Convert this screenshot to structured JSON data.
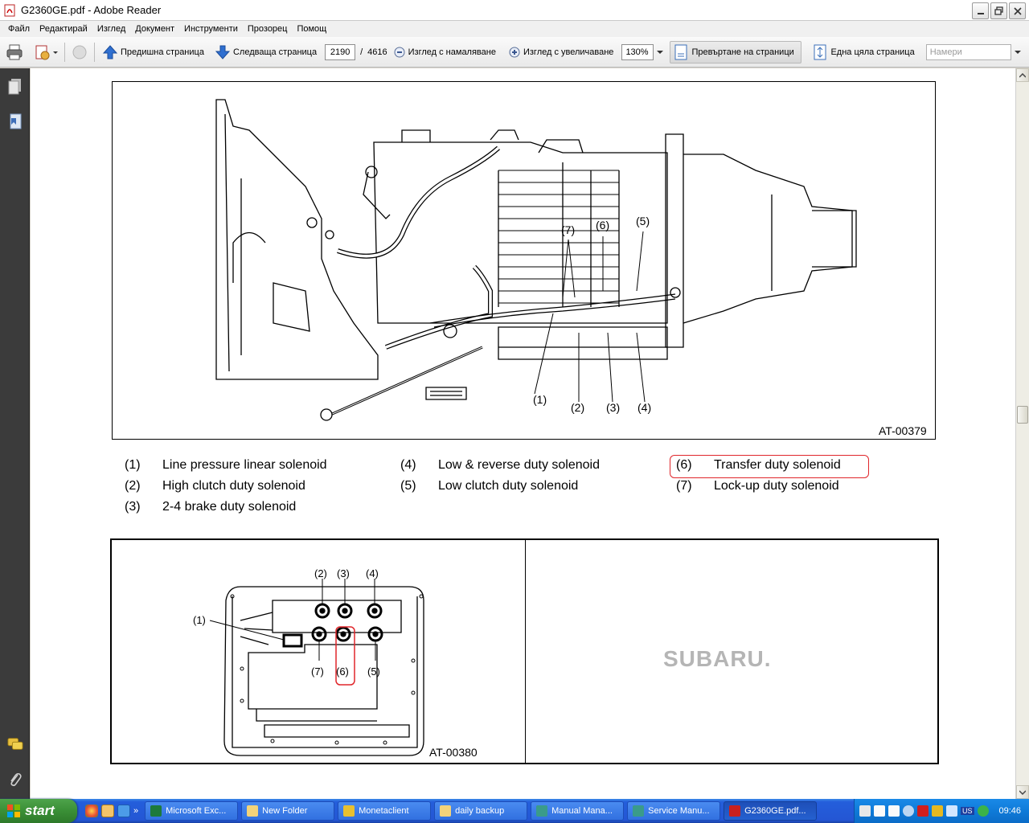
{
  "window": {
    "title": "G2360GE.pdf - Adobe Reader",
    "controls": [
      "minimize",
      "restore",
      "close"
    ]
  },
  "menu": [
    "Файл",
    "Редактирай",
    "Изглед",
    "Документ",
    "Инструменти",
    "Прозорец",
    "Помощ"
  ],
  "toolbar": {
    "prev_page": "Предишна страница",
    "next_page": "Следваща страница",
    "page_current": "2190",
    "page_sep": "/",
    "page_total": "4616",
    "zoom_out": "Изглед с намаляване",
    "zoom_in": "Изглед с увеличаване",
    "zoom_value": "130%",
    "scroll_pages": "Превъртане на страници",
    "single_page": "Една цяла страница",
    "find_placeholder": "Намери"
  },
  "figure1": {
    "code": "AT-00379",
    "callouts": [
      "(1)",
      "(2)",
      "(3)",
      "(4)",
      "(5)",
      "(6)",
      "(7)"
    ]
  },
  "legend": [
    {
      "num": "(1)",
      "label": "Line pressure linear solenoid"
    },
    {
      "num": "(2)",
      "label": "High clutch duty solenoid"
    },
    {
      "num": "(3)",
      "label": "2-4 brake duty solenoid"
    },
    {
      "num": "(4)",
      "label": "Low & reverse duty solenoid"
    },
    {
      "num": "(5)",
      "label": "Low clutch duty solenoid"
    },
    {
      "num": "(6)",
      "label": "Transfer duty solenoid"
    },
    {
      "num": "(7)",
      "label": "Lock-up duty solenoid"
    }
  ],
  "highlight_color": "#e0262b",
  "figure2": {
    "code": "AT-00380",
    "callouts": [
      "(1)",
      "(2)",
      "(3)",
      "(4)",
      "(5)",
      "(6)",
      "(7)"
    ],
    "logo": "SUBARU."
  },
  "taskbar": {
    "start": "start",
    "tasks": [
      "Microsoft Exc...",
      "New Folder",
      "Monetaclient",
      "daily backup",
      "Manual Mana...",
      "Service Manu...",
      "G2360GE.pdf..."
    ],
    "clock": "09:46",
    "tray_lang": "US"
  }
}
